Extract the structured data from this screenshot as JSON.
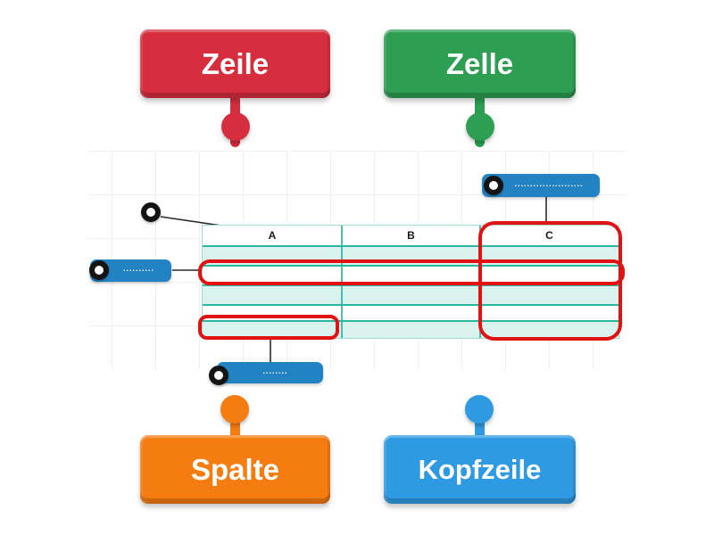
{
  "colors": {
    "red": "#d62e3e",
    "green": "#2d9e52",
    "orange": "#f57c11",
    "blue": "#2e9ae2",
    "pill-blue": "#2382c1",
    "row-teal": "#daf2ee",
    "teal-line": "#2cb5a2",
    "outline-red": "#e11212"
  },
  "labels": {
    "zeile": "Zeile",
    "zelle": "Zelle",
    "spalte": "Spalte",
    "kopfzeile": "Kopfzeile"
  },
  "table": {
    "headers": [
      "A",
      "B",
      "C"
    ]
  },
  "placeholders": {
    "row": "..........",
    "column": "......................",
    "cell": "........"
  }
}
